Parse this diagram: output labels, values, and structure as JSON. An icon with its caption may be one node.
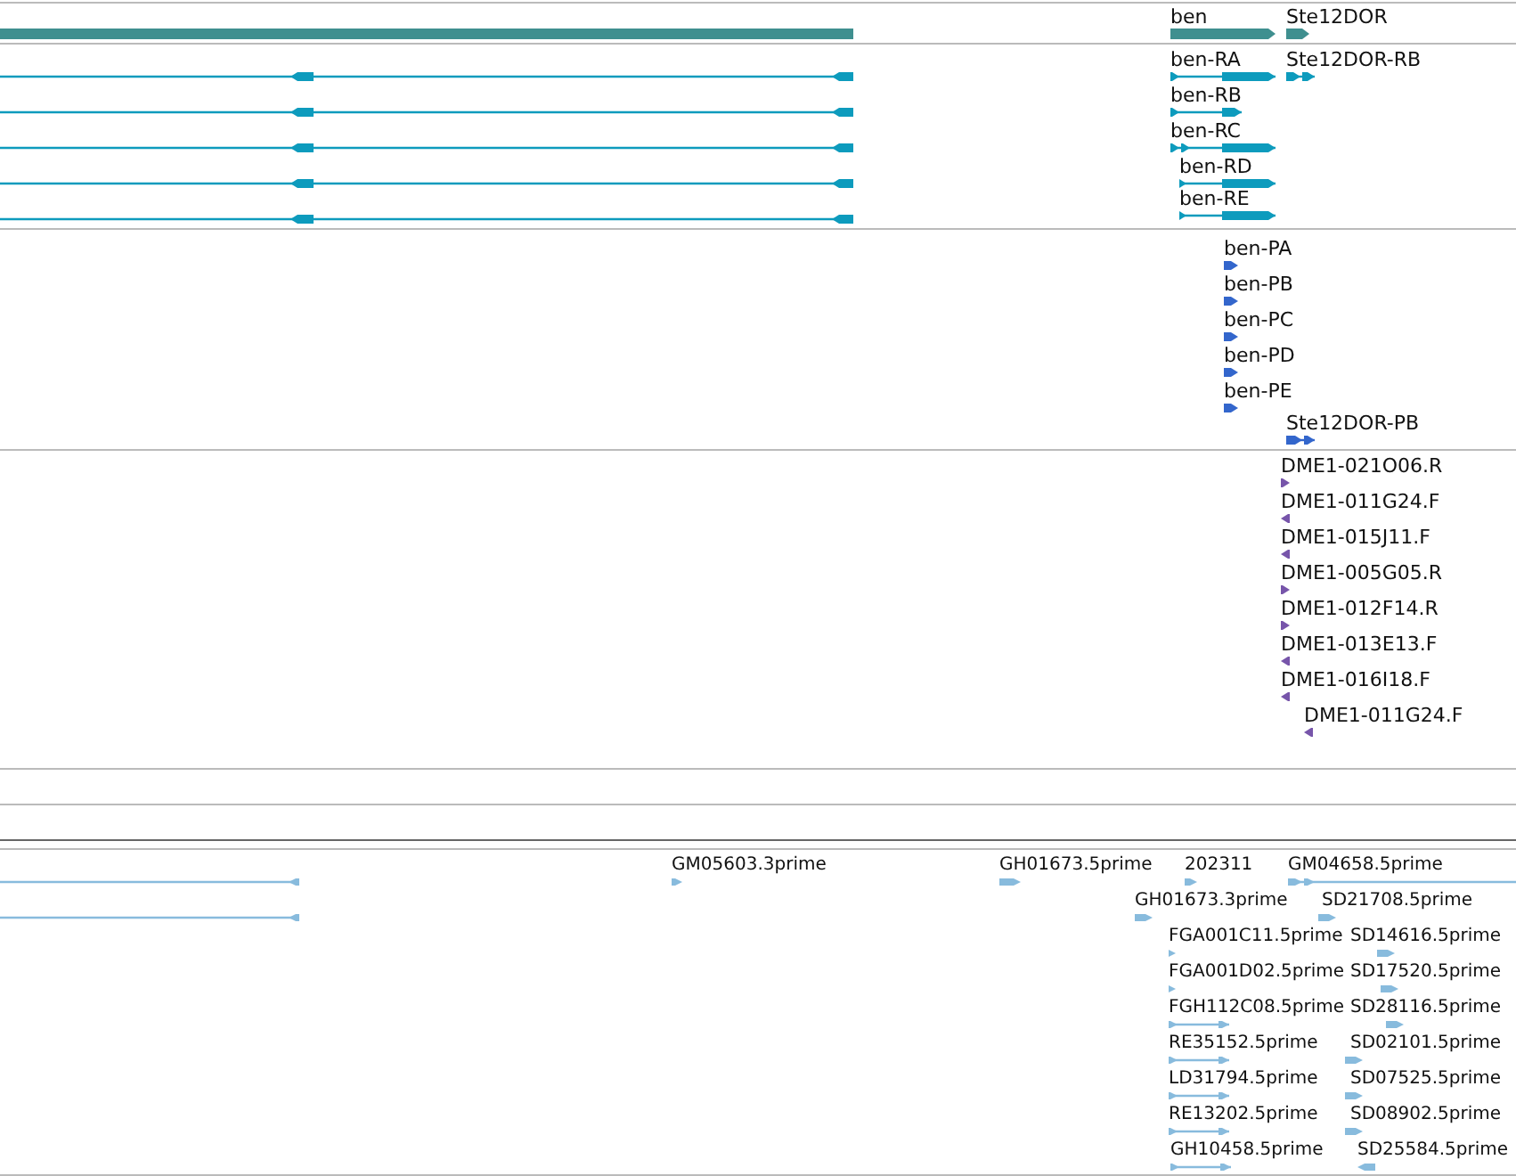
{
  "diagram": {
    "labels": [
      "ben",
      "Ste12DOR",
      "ben-RA",
      "Ste12DOR-RB",
      "ben-RB",
      "ben-RC",
      "ben-RD",
      "ben-RE",
      "ben-PA",
      "ben-PB",
      "ben-PC",
      "ben-PD",
      "ben-PE",
      "Ste12DOR-PB",
      "DME1-021O06.R",
      "DME1-011G24.F",
      "DME1-015J11.F",
      "DME1-005G05.R",
      "DME1-012F14.R",
      "DME1-013E13.F",
      "DME1-016I18.F",
      "DME1-011G24.F",
      "GM05603.3prime",
      "GH01673.5prime",
      "202311",
      "GM04658.5prime",
      "GH01673.3prime",
      "SD21708.5prime",
      "FGA001C11.5prime",
      "SD14616.5prime",
      "FGA001D02.5prime",
      "SD17520.5prime",
      "FGH112C08.5prime",
      "SD28116.5prime",
      "RE35152.5prime",
      "SD02101.5prime",
      "LD31794.5prime",
      "SD07525.5prime",
      "RE13202.5prime",
      "SD08902.5prime",
      "GH10458.5prime",
      "SD25584.5prime"
    ]
  }
}
